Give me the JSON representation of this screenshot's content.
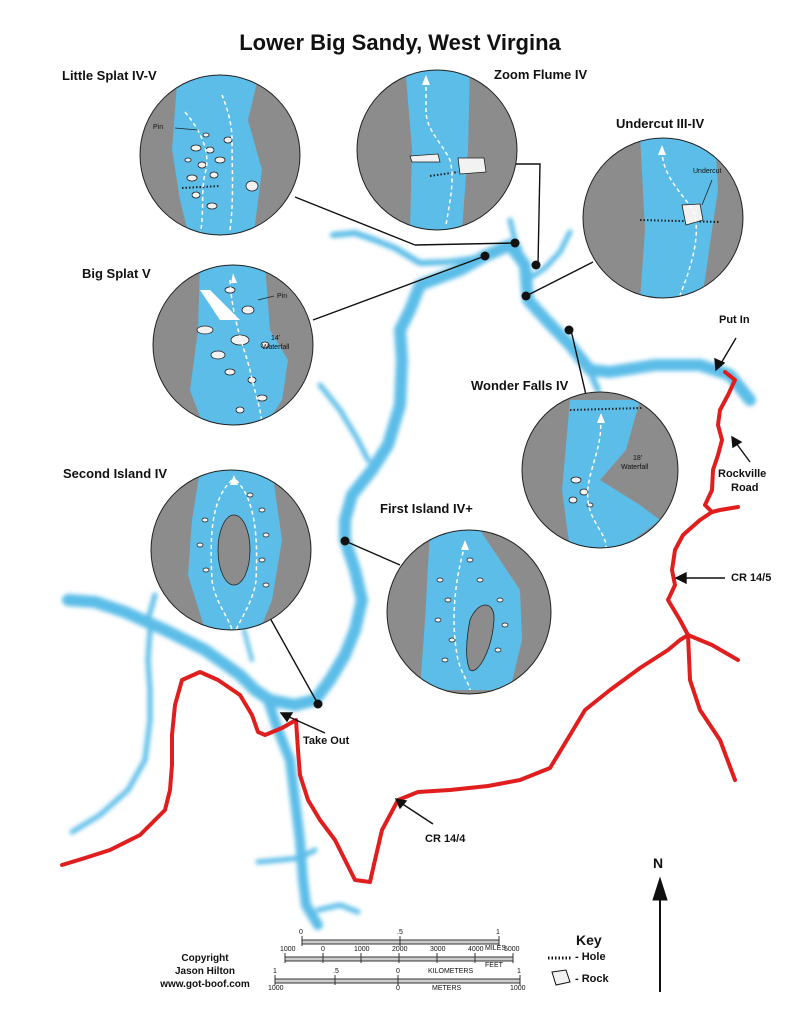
{
  "title": "Lower Big Sandy, West Virgina",
  "rapids": [
    {
      "name": "Little Splat IV-V"
    },
    {
      "name": "Zoom Flume IV"
    },
    {
      "name": "Undercut III-IV"
    },
    {
      "name": "Big Splat V"
    },
    {
      "name": "Wonder Falls IV"
    },
    {
      "name": "Second Island IV"
    },
    {
      "name": "First Island IV+"
    }
  ],
  "inset_labels": {
    "pin_1": "Pin",
    "pin_2": "Pin",
    "undercut": "Undercut",
    "waterfall_14": "14'",
    "waterfall_14b": "Waterfall",
    "waterfall_18": "18'",
    "waterfall_18b": "Waterfall"
  },
  "places": {
    "put_in": "Put In",
    "take_out": "Take Out",
    "rockville_1": "Rockville",
    "rockville_2": "Road",
    "cr_14_5": "CR 14/5",
    "cr_14_4": "CR 14/4"
  },
  "north": "N",
  "copyright": [
    "Copyright",
    "Jason Hilton",
    "www.got-boof.com"
  ],
  "scale": {
    "miles_label": "MILES",
    "feet_label": "FEET",
    "km_label": "KILOMETERS",
    "meters_label": "METERS",
    "miles_ticks": [
      "0",
      ".5",
      "1"
    ],
    "feet_ticks": [
      "1000",
      "0",
      "1000",
      "2000",
      "3000",
      "4000",
      "5000"
    ],
    "km_ticks": [
      "1",
      ".5",
      "0",
      "1"
    ],
    "meters_ticks": [
      "1000",
      "0",
      "1000"
    ]
  },
  "key": {
    "title": "Key",
    "hole": "- Hole",
    "rock": "- Rock"
  },
  "colors": {
    "river": "#5bbde8",
    "road": "#e01e1e",
    "bank": "#8c8c8c",
    "ink": "#111111"
  }
}
